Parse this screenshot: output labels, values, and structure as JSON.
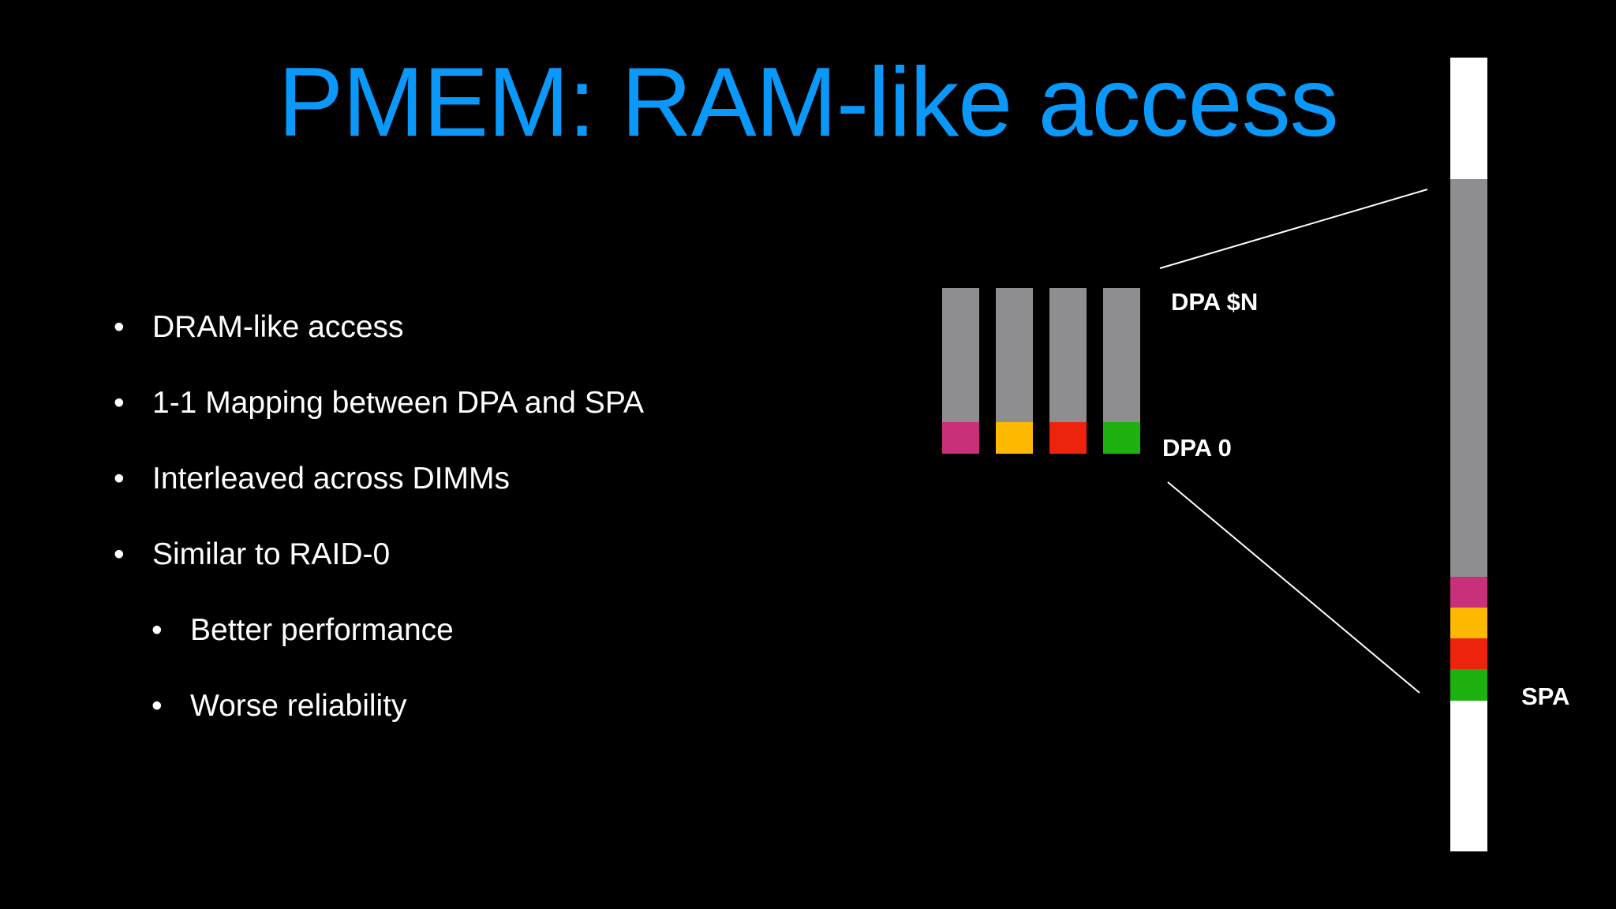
{
  "slide": {
    "title": "PMEM: RAM-like access",
    "colors": {
      "background": "#000000",
      "title": "#0a99fa",
      "text": "#ffffff",
      "unused": "#8e8d90",
      "free": "#ffffff",
      "connector": "#ffffff",
      "chunk_magenta": "#c9307a",
      "chunk_yellow": "#fcb900",
      "chunk_red": "#ee230d",
      "chunk_green": "#1db10f"
    }
  },
  "bullets": [
    {
      "text": "DRAM-like access",
      "level": 1
    },
    {
      "text": "1-1 Mapping between DPA and SPA",
      "level": 1
    },
    {
      "text": "Interleaved across DIMMs",
      "level": 1
    },
    {
      "text": "Similar to RAID-0",
      "level": 1
    },
    {
      "text": "Better performance",
      "level": 2
    },
    {
      "text": "Worse reliability",
      "level": 2
    }
  ],
  "bullet_glyph": "•",
  "diagram": {
    "dimms": [
      {
        "chunk_color": "#c9307a"
      },
      {
        "chunk_color": "#fcb900"
      },
      {
        "chunk_color": "#ee230d"
      },
      {
        "chunk_color": "#1db10f"
      }
    ],
    "labels": {
      "dpa_top": "DPA $N",
      "dpa_bottom": "DPA 0",
      "spa": "SPA"
    },
    "spa_chunks": [
      "#c9307a",
      "#fcb900",
      "#ee230d",
      "#1db10f"
    ]
  }
}
